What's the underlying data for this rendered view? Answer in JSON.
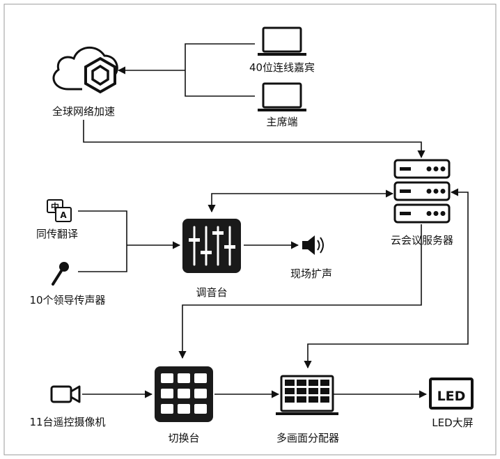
{
  "nodes": {
    "cloud": "全球网络加速",
    "guests": "40位连线嘉宾",
    "host": "主席端",
    "server": "云会议服务器",
    "translation": "同传翻译",
    "mics": "10个领导传声器",
    "mixer": "调音台",
    "speaker": "现场扩声",
    "switcher": "切换台",
    "cameras": "11台遥控摄像机",
    "multiview": "多画面分配器",
    "led": "LED大屏",
    "led_badge": "LED",
    "translate_badge_top": "中",
    "translate_badge_bottom": "A"
  },
  "colors": {
    "ink": "#111111",
    "icon_dark": "#1a1a1a",
    "background": "#ffffff"
  }
}
